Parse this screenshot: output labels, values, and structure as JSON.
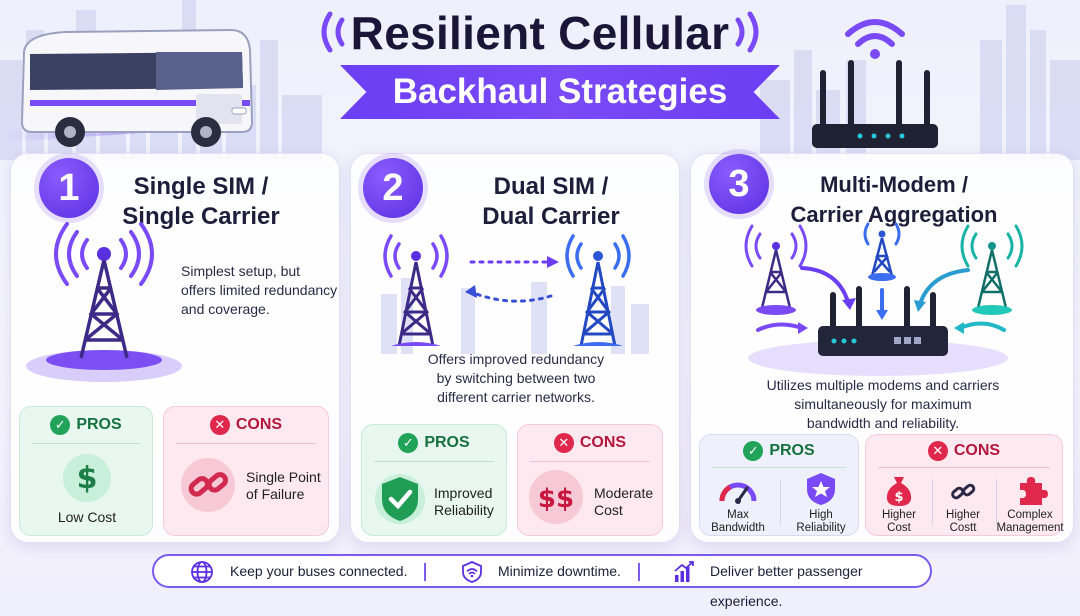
{
  "header": {
    "title": "Resilient Cellular",
    "subtitle": "Backhaul Strategies"
  },
  "colors": {
    "accent": "#6b3ef3",
    "pros_green": "#21a35a",
    "cons_red": "#e0284d",
    "tower_blue": "#3b5bd9",
    "tower_teal": "#18b3a5"
  },
  "strategies": [
    {
      "number": "1",
      "title_line1": "Single SIM /",
      "title_line2": "Single Carrier",
      "description_lines": [
        "Simplest setup, but",
        "offers limited redundancy",
        "and coverage."
      ],
      "pros": {
        "label": "PROS",
        "items": [
          {
            "icon": "dollar-icon",
            "text": "Low Cost"
          }
        ]
      },
      "cons": {
        "label": "CONS",
        "items": [
          {
            "icon": "broken-chain-icon",
            "text_line1": "Single Point",
            "text_line2": "of Failure"
          }
        ]
      }
    },
    {
      "number": "2",
      "title_line1": "Dual SIM /",
      "title_line2": "Dual Carrier",
      "description_lines": [
        "Offers improved redundancy",
        "by switching between two",
        "different carrier networks."
      ],
      "pros": {
        "label": "PROS",
        "items": [
          {
            "icon": "shield-check-icon",
            "text_line1": "Improved",
            "text_line2": "Reliability"
          }
        ]
      },
      "cons": {
        "label": "CONS",
        "items": [
          {
            "icon": "double-dollar-icon",
            "text_line1": "Moderate",
            "text_line2": "Cost"
          }
        ]
      }
    },
    {
      "number": "3",
      "title_line1": "Multi-Modem /",
      "title_line2": "Carrier Aggregation",
      "description_lines": [
        "Utilizes multiple modems and carriers",
        "simultaneously for maximum",
        "bandwidth and reliability."
      ],
      "pros": {
        "label": "PROS",
        "items": [
          {
            "icon": "gauge-icon",
            "text_line1": "Max",
            "text_line2": "Bandwidth"
          },
          {
            "icon": "shield-star-icon",
            "text_line1": "High",
            "text_line2": "Reliability"
          }
        ]
      },
      "cons": {
        "label": "CONS",
        "items": [
          {
            "icon": "money-bag-icon",
            "text_line1": "Higher",
            "text_line2": "Cost"
          },
          {
            "icon": "broken-chain-icon",
            "text_line1": "Higher",
            "text_line2": "Costt"
          },
          {
            "icon": "puzzle-icon",
            "text_line1": "Complex",
            "text_line2": "Management"
          }
        ]
      }
    }
  ],
  "footer": {
    "items": [
      {
        "icon": "globe-icon",
        "text": "Keep your buses connected."
      },
      {
        "icon": "shield-wifi-icon",
        "text": "Minimize downtime."
      },
      {
        "icon": "growth-chart-icon",
        "text": "Deliver better passenger experience."
      }
    ]
  }
}
